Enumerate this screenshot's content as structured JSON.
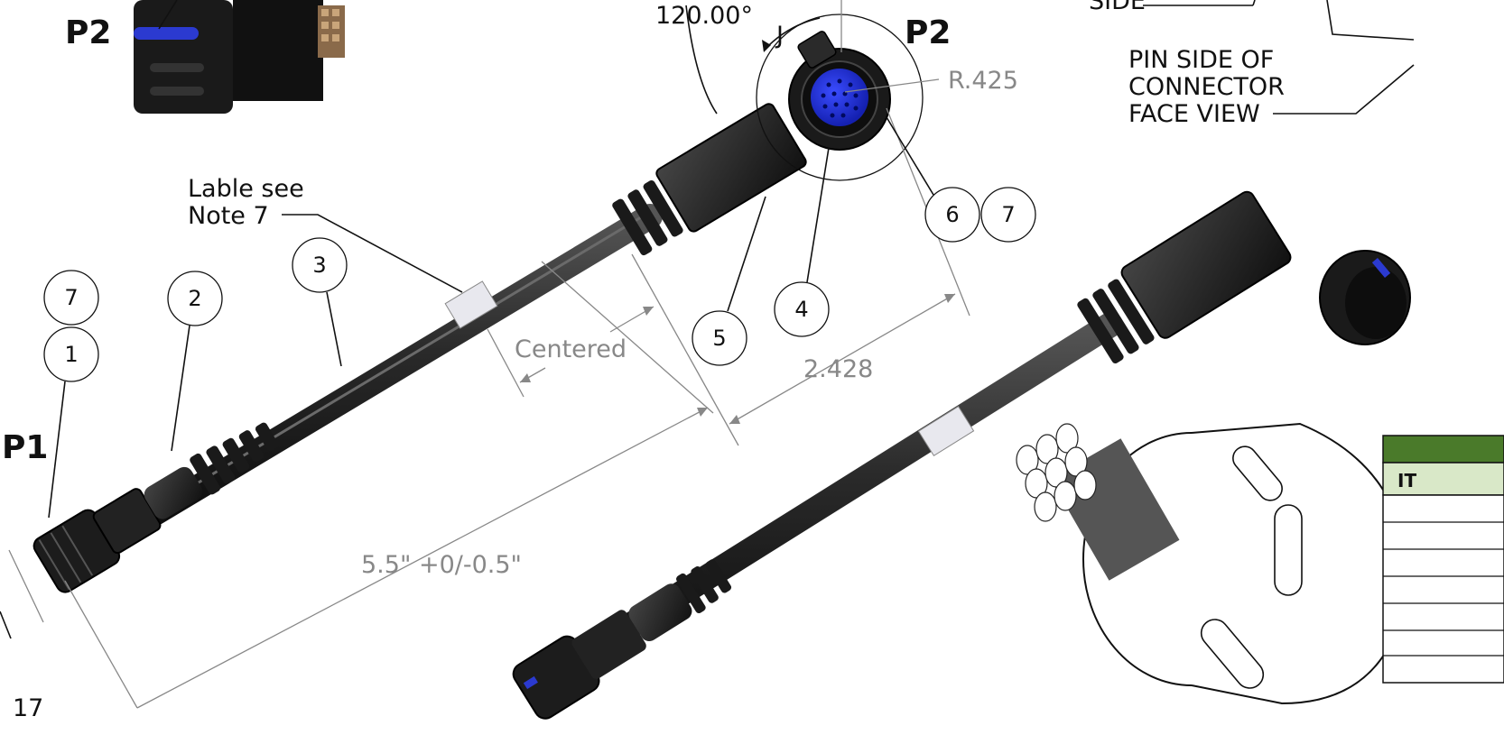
{
  "connector_labels": {
    "p1": "P1",
    "p2_left": "P2",
    "p2_face": "P2"
  },
  "dimensions": {
    "angle": "120.00°",
    "radius": "R.425",
    "centered": "Centered",
    "length_2428": "2.428",
    "overall_length": "5.5\" +0/-0.5\"",
    "detail_letter": "J"
  },
  "notes": {
    "label_line1": "Lable see",
    "label_line2": "Note 7",
    "pin_side_1": "PIN SIDE OF",
    "pin_side_2": "CONNECTOR",
    "pin_side_3": "FACE VIEW",
    "side_fragment": "SIDE",
    "bottom_fragment": "17"
  },
  "balloons": [
    "7",
    "1",
    "2",
    "3",
    "5",
    "4",
    "6",
    "7"
  ],
  "bom_table": {
    "header_fragment": "IT",
    "accent_color": "#4a7a2a",
    "row_count": 7
  },
  "colors": {
    "cable": "#2a2a2a",
    "connector_face": "#1e2bd8",
    "label_band": "#e8e8ee",
    "dimension": "#888888"
  }
}
